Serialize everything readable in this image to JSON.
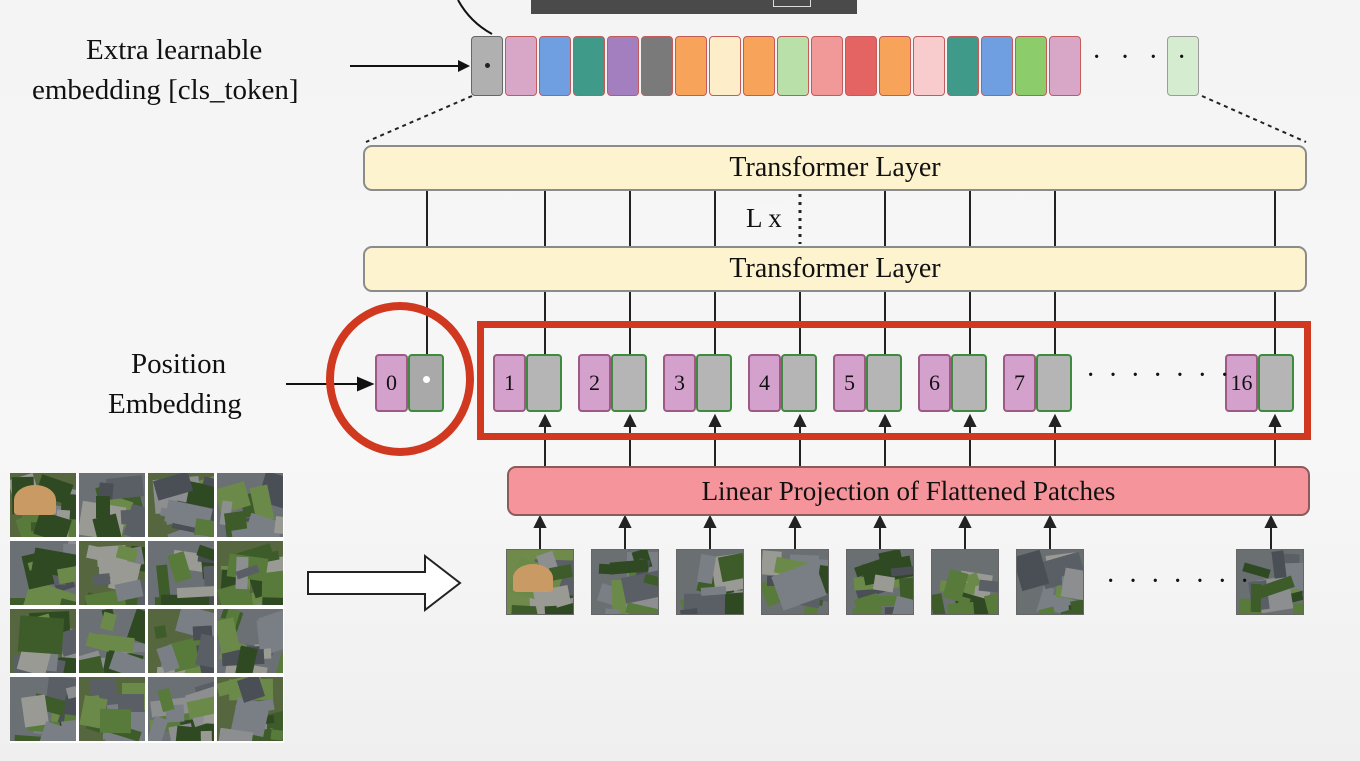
{
  "labels": {
    "extra_line1": "Extra learnable",
    "extra_line2": "embedding [cls_token]",
    "transformer_top": "Transformer Layer",
    "transformer_bottom": "Transformer Layer",
    "repeat": "L x",
    "position_line1": "Position",
    "position_line2": "Embedding",
    "projection": "Linear Projection of Flattened Patches",
    "ellipsis_tokens": "· · · ·",
    "ellipsis_pos": "· · · · · · ·",
    "ellipsis_patches": "· · · · · · ·"
  },
  "positions": [
    "0",
    "1",
    "2",
    "3",
    "4",
    "5",
    "6",
    "7",
    "16"
  ],
  "token_colors": [
    "#b0b0b0",
    "#d8a6c6",
    "#6f9fe0",
    "#3f9a8a",
    "#a37fbf",
    "#7a7a7a",
    "#f7a45a",
    "#fdeec9",
    "#f7a45a",
    "#b8e0a8",
    "#f19898",
    "#e46464",
    "#f7a45a",
    "#f8cccc",
    "#3f9a8a",
    "#6f9fe0",
    "#8dcc6a",
    "#d8a6c6",
    "#d6ecd0"
  ],
  "colors": {
    "highlight": "#d0391f",
    "layer_fill": "#fdf3cf",
    "projection_fill": "#f5959b",
    "position_fill": "#d4a1cd",
    "embedding_fill": "#b5b5b5"
  }
}
